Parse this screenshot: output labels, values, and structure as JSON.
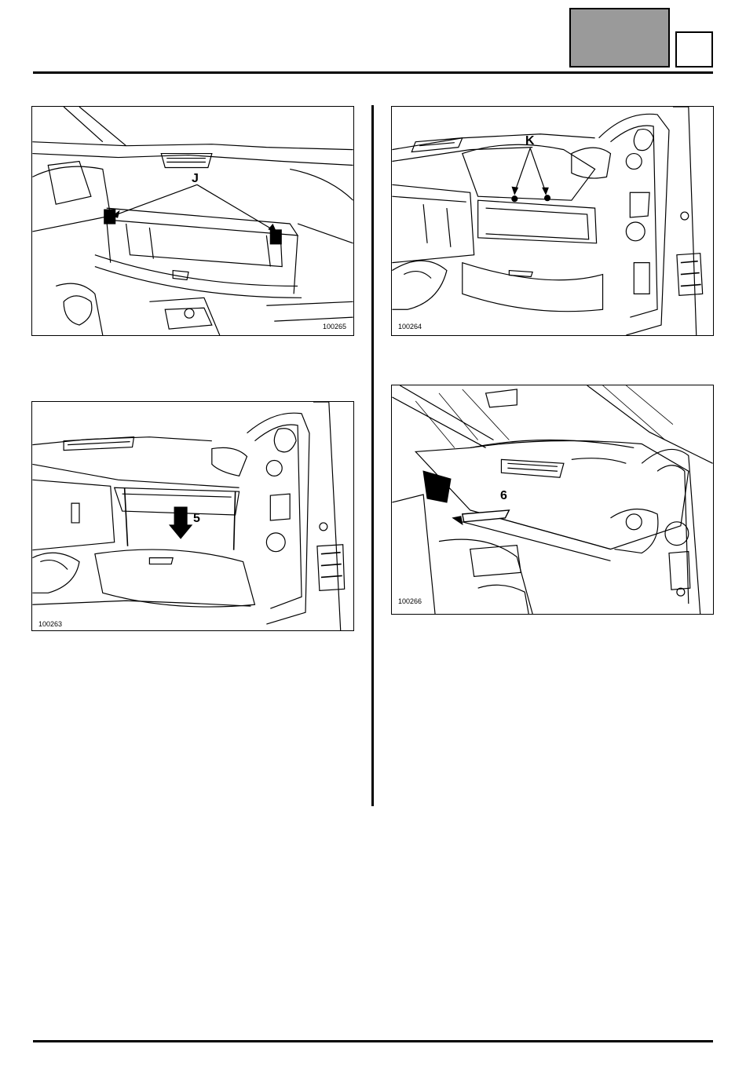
{
  "figures": {
    "fig1": {
      "number": "100265",
      "callout": "J"
    },
    "fig2": {
      "number": "100264",
      "callout": "K"
    },
    "fig3": {
      "number": "100263",
      "callout": "5"
    },
    "fig4": {
      "number": "100266",
      "callout": "6"
    }
  }
}
